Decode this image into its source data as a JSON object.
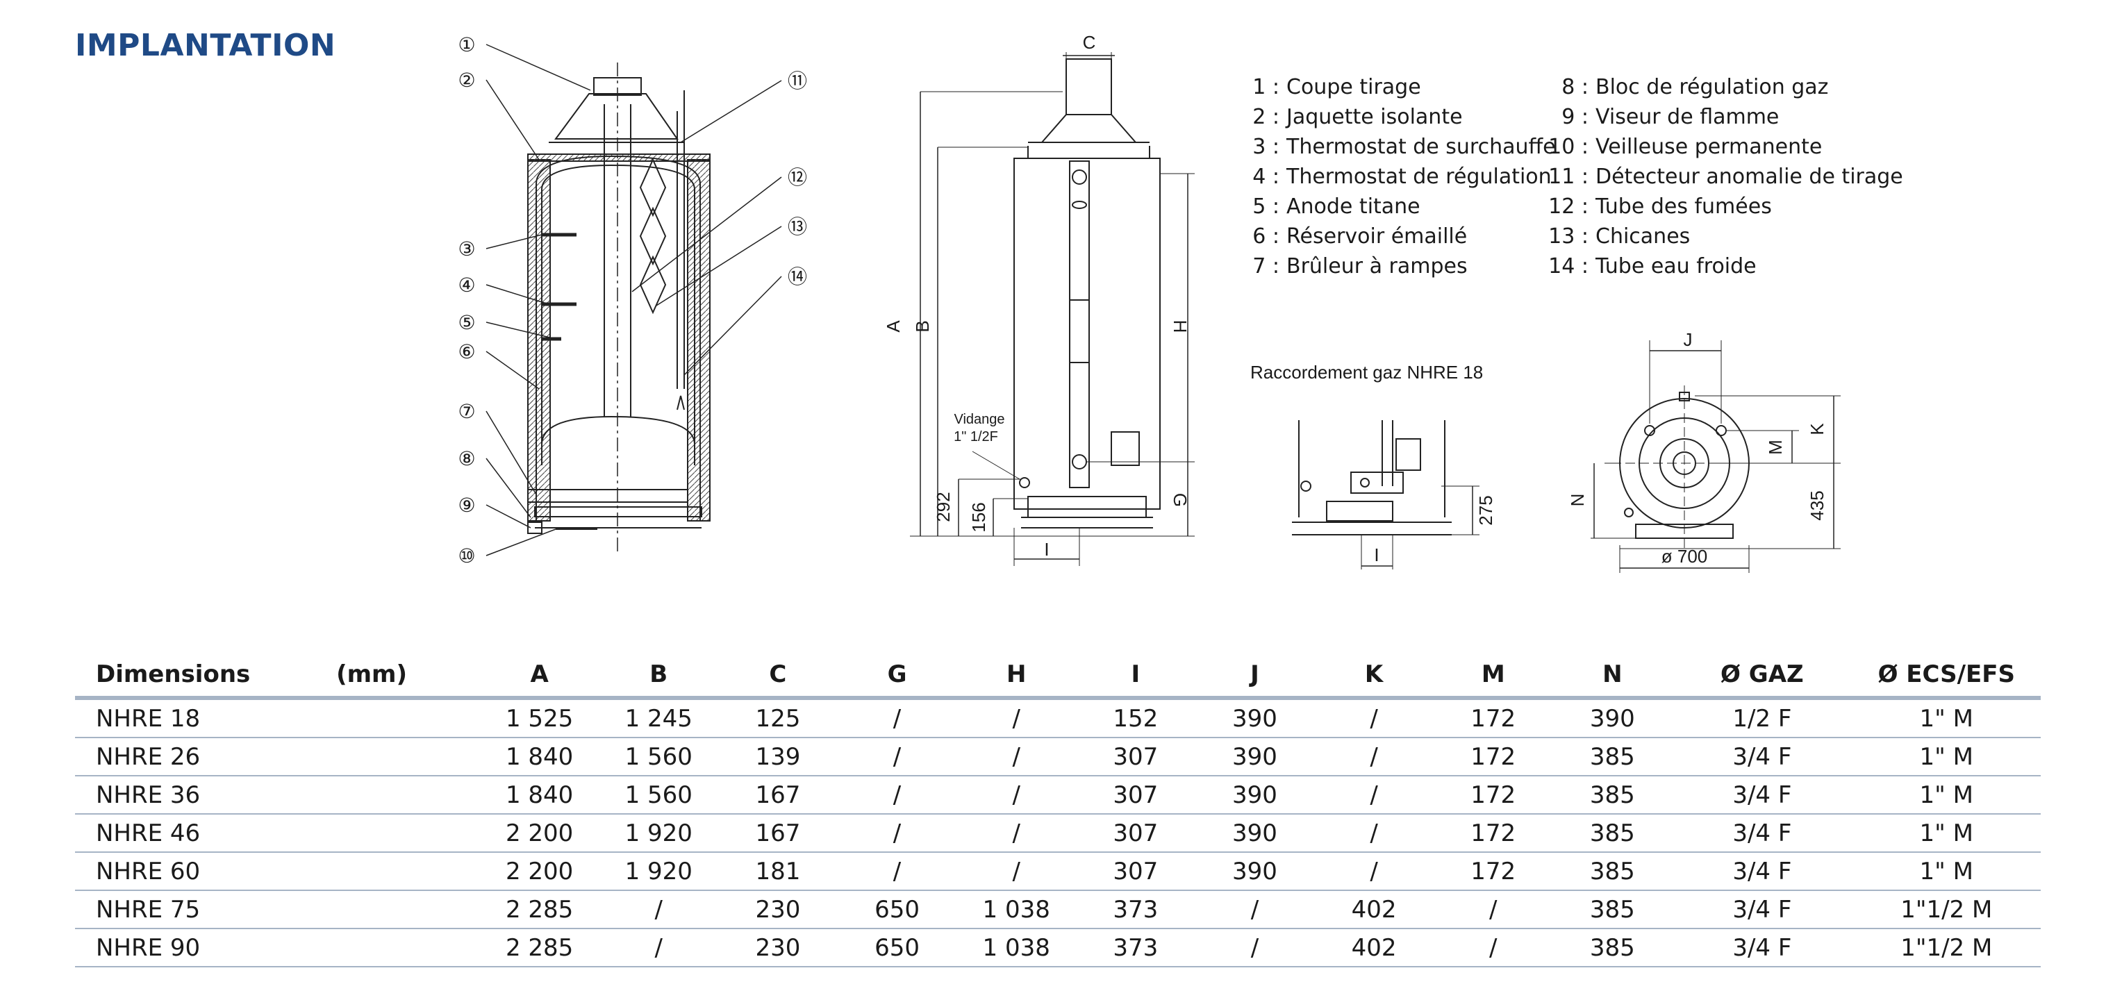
{
  "page": {
    "title": "IMPLANTATION"
  },
  "diagram": {
    "callouts": [
      "①",
      "②",
      "③",
      "④",
      "⑤",
      "⑥",
      "⑦",
      "⑧",
      "⑨",
      "⑩",
      "⑪",
      "⑫",
      "⑬",
      "⑭"
    ],
    "front_labels": {
      "C": "C",
      "A": "A",
      "B": "B",
      "H": "H",
      "G": "G",
      "I": "I",
      "d292": "292",
      "d156": "156",
      "vidange1": "Vidange",
      "vidange2": "1\" 1/2F"
    },
    "gas_view": {
      "caption": "Raccordement gaz NHRE 18",
      "d275": "275",
      "I": "I"
    },
    "top_view": {
      "J": "J",
      "K": "K",
      "M": "M",
      "N": "N",
      "d435": "435",
      "diameter": "ø 700"
    }
  },
  "legend": [
    {
      "num": "1 :",
      "text": "Coupe tirage"
    },
    {
      "num": "2 :",
      "text": "Jaquette isolante"
    },
    {
      "num": "3 :",
      "text": "Thermostat de surchauffe"
    },
    {
      "num": "4 :",
      "text": "Thermostat de régulation"
    },
    {
      "num": "5 :",
      "text": "Anode titane"
    },
    {
      "num": "6 :",
      "text": "Réservoir émaillé"
    },
    {
      "num": "7 :",
      "text": "Brûleur à rampes"
    },
    {
      "num": "8 :",
      "text": "Bloc de régulation gaz"
    },
    {
      "num": "9 :",
      "text": "Viseur de flamme"
    },
    {
      "num": "10 :",
      "text": "Veilleuse permanente"
    },
    {
      "num": "11 :",
      "text": "Détecteur anomalie de tirage"
    },
    {
      "num": "12 :",
      "text": "Tube des fumées"
    },
    {
      "num": "13 :",
      "text": "Chicanes"
    },
    {
      "num": "14 :",
      "text": "Tube eau froide"
    }
  ],
  "table": {
    "headers": [
      "Dimensions",
      "(mm)",
      "A",
      "B",
      "C",
      "G",
      "H",
      "I",
      "J",
      "K",
      "M",
      "N",
      "Ø GAZ",
      "Ø ECS/EFS"
    ],
    "rows": [
      [
        "NHRE 18",
        "",
        "1 525",
        "1 245",
        "125",
        "/",
        "/",
        "152",
        "390",
        "/",
        "172",
        "390",
        "1/2 F",
        "1\" M"
      ],
      [
        "NHRE 26",
        "",
        "1 840",
        "1 560",
        "139",
        "/",
        "/",
        "307",
        "390",
        "/",
        "172",
        "385",
        "3/4 F",
        "1\" M"
      ],
      [
        "NHRE 36",
        "",
        "1 840",
        "1 560",
        "167",
        "/",
        "/",
        "307",
        "390",
        "/",
        "172",
        "385",
        "3/4 F",
        "1\" M"
      ],
      [
        "NHRE 46",
        "",
        "2 200",
        "1 920",
        "167",
        "/",
        "/",
        "307",
        "390",
        "/",
        "172",
        "385",
        "3/4 F",
        "1\" M"
      ],
      [
        "NHRE 60",
        "",
        "2 200",
        "1 920",
        "181",
        "/",
        "/",
        "307",
        "390",
        "/",
        "172",
        "385",
        "3/4 F",
        "1\" M"
      ],
      [
        "NHRE 75",
        "",
        "2 285",
        "/",
        "230",
        "650",
        "1 038",
        "373",
        "/",
        "402",
        "/",
        "385",
        "3/4 F",
        "1\"1/2 M"
      ],
      [
        "NHRE 90",
        "",
        "2 285",
        "/",
        "230",
        "650",
        "1 038",
        "373",
        "/",
        "402",
        "/",
        "385",
        "3/4 F",
        "1\"1/2 M"
      ]
    ]
  }
}
